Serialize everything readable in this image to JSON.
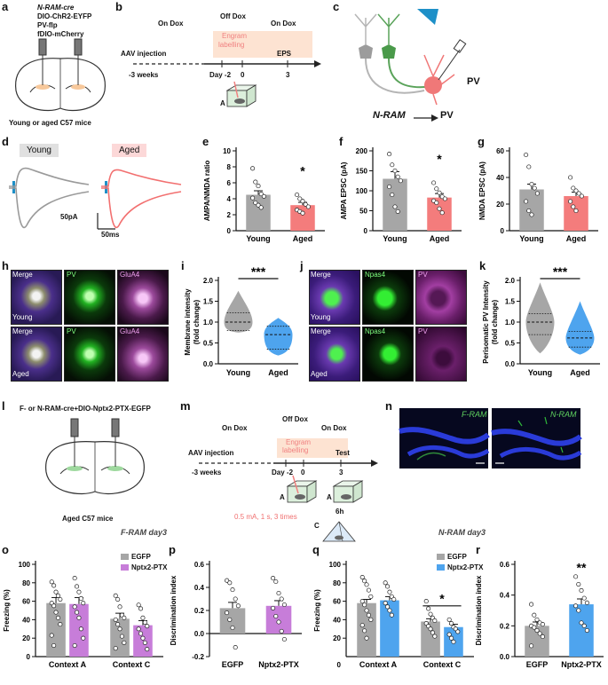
{
  "panel_letters": {
    "a": "a",
    "b": "b",
    "c": "c",
    "d": "d",
    "e": "e",
    "f": "f",
    "g": "g",
    "h": "h",
    "i": "i",
    "j": "j",
    "k": "k",
    "l": "l",
    "m": "m",
    "n": "n",
    "o": "o",
    "p": "p",
    "q": "q",
    "r": "r"
  },
  "a": {
    "lines": [
      "N-RAM-cre",
      "DIO-ChR2-EYFP",
      "PV-flp",
      "fDIO-mCherry"
    ],
    "caption": "Young or aged C57 mice"
  },
  "b": {
    "on_dox1": "On Dox",
    "off_dox": "Off Dox",
    "engram": "Engram",
    "labelling": "labelling",
    "on_dox2": "On Dox",
    "aav": "AAV injection",
    "eps": "EPS",
    "t1": "-3 weeks",
    "t2": "Day -2",
    "t3": "0",
    "t4": "3",
    "box": "A"
  },
  "c": {
    "pv": "PV",
    "arrow_label": "N-RAM",
    "arrow_target": "PV"
  },
  "d": {
    "young": "Young",
    "aged": "Aged",
    "scale_y": "50pA",
    "scale_x": "50ms"
  },
  "e": {
    "ylabel": "AMPA/NMDA ratio",
    "star": "*"
  },
  "f": {
    "ylabel": "AMPA EPSC (pA)",
    "star": "*"
  },
  "g": {
    "ylabel": "NMDA EPSC (pA)"
  },
  "h": {
    "merge": "Merge",
    "pv": "PV",
    "glua4": "GluA4",
    "young": "Young",
    "aged": "Aged"
  },
  "i": {
    "ylabel": "Membrane intensity",
    "ylabel2": "(fold change)",
    "stars": "***"
  },
  "j": {
    "merge": "Merge",
    "npas4": "Npas4",
    "pv": "PV",
    "young": "Young",
    "aged": "Aged"
  },
  "k": {
    "ylabel": "Perisomatic PV Intensity",
    "ylabel2": "(fold change)",
    "stars": "***"
  },
  "l": {
    "title": "F- or N-RAM-cre+DIO-Nptx2-PTX-EGFP",
    "caption": "Aged C57 mice"
  },
  "m": {
    "on_dox1": "On Dox",
    "off_dox": "Off Dox",
    "engram": "Engram",
    "labelling": "labelling",
    "on_dox2": "On Dox",
    "aav": "AAV injection",
    "test": "Test",
    "t1": "-3 weeks",
    "t2": "Day -2",
    "t3": "0",
    "t4": "3",
    "boxA": "A",
    "boxA2": "A",
    "boxC": "C",
    "six_h": "6h",
    "shock": "0.5 mA, 1 s, 3 times"
  },
  "n": {
    "f": "F-RAM",
    "nr": "N-RAM"
  },
  "section": {
    "f_title": "F-RAM day3",
    "n_title": "N-RAM day3"
  },
  "legend": {
    "egfp": "EGFP",
    "ptx": "Nptx2-PTX"
  },
  "o": {
    "ylabel": "Freezing (%)"
  },
  "p": {
    "ylabel": "Discrimination index"
  },
  "q": {
    "ylabel": "Freezing (%)",
    "star": "*",
    "zero": "0"
  },
  "r": {
    "ylabel": "Discrimination index",
    "stars": "**"
  },
  "colors": {
    "gray": "#a6a6a6",
    "red": "#f47c7c",
    "purple": "#c77dd9",
    "blue": "#4ea4ee",
    "trace_gray": "#9a9a9a",
    "trace_red": "#f27070"
  },
  "chart_data": [
    {
      "id": "e",
      "type": "bar",
      "categories": [
        "Young",
        "Aged"
      ],
      "values": [
        4.5,
        3.2
      ],
      "errors": [
        0.5,
        0.35
      ],
      "ylabel": "AMPA/NMDA ratio",
      "ylim": [
        0,
        10
      ],
      "yticks": [
        0,
        2,
        4,
        6,
        8,
        10
      ],
      "points": [
        [
          7.8,
          6.1,
          5.6,
          4.6,
          4.3,
          4.1,
          3.5,
          3.2,
          2.9
        ],
        [
          4.5,
          4.0,
          3.7,
          3.3,
          3.0,
          2.6,
          2.4,
          2.2
        ]
      ]
    },
    {
      "id": "f",
      "type": "bar",
      "categories": [
        "Young",
        "Aged"
      ],
      "values": [
        130,
        83
      ],
      "errors": [
        18,
        10
      ],
      "ylabel": "AMPA EPSC (pA)",
      "ylim": [
        0,
        200
      ],
      "yticks": [
        0,
        50,
        100,
        150,
        200
      ],
      "points": [
        [
          192,
          165,
          150,
          135,
          125,
          110,
          90,
          60,
          48
        ],
        [
          120,
          105,
          95,
          85,
          80,
          75,
          70,
          55,
          45
        ]
      ]
    },
    {
      "id": "g",
      "type": "bar",
      "categories": [
        "Young",
        "Aged"
      ],
      "values": [
        31,
        26
      ],
      "errors": [
        4,
        3
      ],
      "ylabel": "NMDA EPSC (pA)",
      "ylim": [
        0,
        60
      ],
      "yticks": [
        0,
        20,
        40,
        60
      ],
      "points": [
        [
          57,
          48,
          35,
          32,
          28,
          22,
          15,
          12
        ],
        [
          40,
          32,
          30,
          28,
          26,
          22,
          18,
          15
        ]
      ]
    },
    {
      "id": "i",
      "type": "violin",
      "categories": [
        "Young",
        "Aged"
      ],
      "ylabel": "Membrane intensity (fold change)",
      "ylim": [
        0,
        2.0
      ],
      "yticks": [
        0,
        0.5,
        1.0,
        1.5,
        2.0
      ],
      "median": [
        1.0,
        0.7
      ],
      "q1": [
        0.8,
        0.35
      ],
      "q3": [
        1.22,
        0.9
      ],
      "min": [
        0.75,
        0.2
      ],
      "max": [
        1.75,
        1.1
      ]
    },
    {
      "id": "k",
      "type": "violin",
      "categories": [
        "Young",
        "Aged"
      ],
      "ylabel": "Perisomatic PV Intensity (fold change)",
      "ylim": [
        0,
        2.0
      ],
      "yticks": [
        0,
        0.5,
        1.0,
        1.5,
        2.0
      ],
      "median": [
        1.0,
        0.62
      ],
      "q1": [
        0.7,
        0.4
      ],
      "q3": [
        1.2,
        0.78
      ],
      "min": [
        0.25,
        0.22
      ],
      "max": [
        1.95,
        1.5
      ]
    },
    {
      "id": "o",
      "type": "bar",
      "categories": [
        "Context A",
        "Context C"
      ],
      "series": [
        {
          "name": "EGFP",
          "values": [
            58,
            41
          ],
          "errors": [
            6,
            6
          ]
        },
        {
          "name": "Nptx2-PTX",
          "values": [
            57,
            34
          ],
          "errors": [
            7,
            5
          ]
        }
      ],
      "ylabel": "Freezing (%)",
      "ylim": [
        0,
        100
      ],
      "yticks": [
        0,
        20,
        40,
        60,
        80,
        100
      ],
      "points": [
        [
          [
            81,
            77,
            70,
            66,
            62,
            58,
            55,
            48,
            42,
            35,
            23,
            12
          ],
          [
            85,
            76,
            70,
            63,
            58,
            54,
            48,
            42,
            30,
            20,
            12
          ]
        ],
        [
          [
            66,
            62,
            54,
            45,
            42,
            40,
            35,
            30,
            22,
            15,
            9
          ],
          [
            56,
            52,
            42,
            37,
            33,
            30,
            25,
            20,
            15,
            8
          ]
        ]
      ]
    },
    {
      "id": "p",
      "type": "bar",
      "categories": [
        "EGFP",
        "Nptx2-PTX"
      ],
      "values": [
        0.22,
        0.24
      ],
      "errors": [
        0.05,
        0.045
      ],
      "ylabel": "Discrimination index",
      "ylim": [
        -0.2,
        0.6
      ],
      "yticks": [
        -0.2,
        0.0,
        0.2,
        0.4,
        0.6
      ],
      "points": [
        [
          0.46,
          0.44,
          0.38,
          0.3,
          0.24,
          0.18,
          0.12,
          0.05,
          -0.12
        ],
        [
          0.48,
          0.45,
          0.35,
          0.3,
          0.25,
          0.22,
          0.15,
          0.1,
          0.02,
          -0.05
        ]
      ]
    },
    {
      "id": "q",
      "type": "bar",
      "categories": [
        "Context A",
        "Context C"
      ],
      "series": [
        {
          "name": "EGFP",
          "values": [
            58,
            38
          ],
          "errors": [
            4,
            3
          ]
        },
        {
          "name": "Nptx2-PTX",
          "values": [
            61,
            32
          ],
          "errors": [
            4,
            3
          ]
        }
      ],
      "ylabel": "Freezing (%)",
      "ylim": [
        0,
        100
      ],
      "yticks": [
        20,
        40,
        60,
        80,
        100
      ],
      "points": [
        [
          [
            86,
            82,
            78,
            72,
            65,
            60,
            56,
            50,
            45,
            40,
            34,
            28,
            20
          ],
          [
            80,
            76,
            70,
            65,
            62,
            58,
            54,
            50,
            45
          ]
        ],
        [
          [
            60,
            52,
            46,
            42,
            39,
            36,
            33,
            30,
            26,
            22
          ],
          [
            40,
            36,
            32,
            30,
            27,
            24,
            20,
            16
          ]
        ]
      ]
    },
    {
      "id": "r",
      "type": "bar",
      "categories": [
        "EGFP",
        "Nptx2-PTX"
      ],
      "values": [
        0.2,
        0.34
      ],
      "errors": [
        0.025,
        0.035
      ],
      "ylabel": "Discrimination index",
      "ylim": [
        0,
        0.6
      ],
      "yticks": [
        0.0,
        0.2,
        0.4,
        0.6
      ],
      "points": [
        [
          0.34,
          0.27,
          0.24,
          0.22,
          0.21,
          0.2,
          0.19,
          0.17,
          0.15,
          0.13,
          0.07
        ],
        [
          0.52,
          0.47,
          0.43,
          0.38,
          0.35,
          0.33,
          0.3,
          0.22,
          0.2,
          0.17
        ]
      ]
    }
  ]
}
